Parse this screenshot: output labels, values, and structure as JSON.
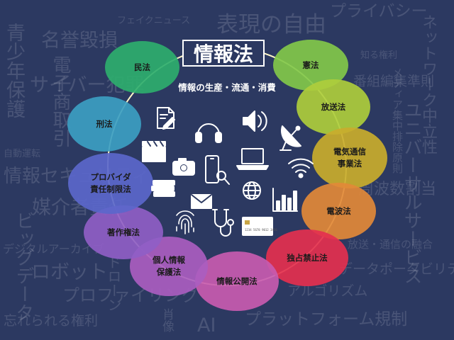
{
  "title": "情報法",
  "subtitle": "情報の生産・流通・消費",
  "laws": [
    {
      "label": "民法",
      "color": "#2eae6e"
    },
    {
      "label": "憲法",
      "color": "#82c84a"
    },
    {
      "label": "放送法",
      "color": "#aecd3c"
    },
    {
      "label": "電気通信\n事業法",
      "color": "#c9ac2c"
    },
    {
      "label": "電波法",
      "color": "#e28938"
    },
    {
      "label": "独占禁止法",
      "color": "#e4304f"
    },
    {
      "label": "情報公開法",
      "color": "#c85bb0"
    },
    {
      "label": "個人情報\n保護法",
      "color": "#aa5dc0"
    },
    {
      "label": "著作権法",
      "color": "#8f5ec6"
    },
    {
      "label": "プロバイダ\n責任制限法",
      "color": "#5b67cb"
    },
    {
      "label": "刑法",
      "color": "#3c9ec2"
    }
  ],
  "background_words": [
    "フェイクニュース",
    "表現の自由",
    "プライバシー",
    "ネットワーク中立性",
    "名誉毀損",
    "知る権利",
    "番組編集準則",
    "青少年保護",
    "電子商取引",
    "サイバー犯罪",
    "ユニバーサルサービス",
    "メディア集中排除原則",
    "自動運転",
    "情報セキュリティ",
    "周波数割当",
    "媒介者責任",
    "ビッグデータ",
    "放送・通信の融合",
    "デジタルアーカイブ",
    "ロボット",
    "データポータビリティ",
    "アルゴリズム",
    "プロファイリング",
    "ドローン",
    "肖像",
    "AI",
    "忘れられる権利",
    "プラットフォーム規制"
  ],
  "icons": [
    "document-edit-icon",
    "speaker-icon",
    "headphones-icon",
    "satellite-dish-icon",
    "clapperboard-icon",
    "camera-icon",
    "smartphone-search-icon",
    "laptop-icon",
    "wifi-icon",
    "books-icon",
    "envelope-icon",
    "globe-icon",
    "bar-chart-icon",
    "fingerprint-icon",
    "stethoscope-icon",
    "credit-card-icon"
  ],
  "card_number": "1234 5678 9012 3456",
  "colors": {
    "background": "#2c3961",
    "ring": "#fff7c8",
    "icon": "#ffffff"
  }
}
